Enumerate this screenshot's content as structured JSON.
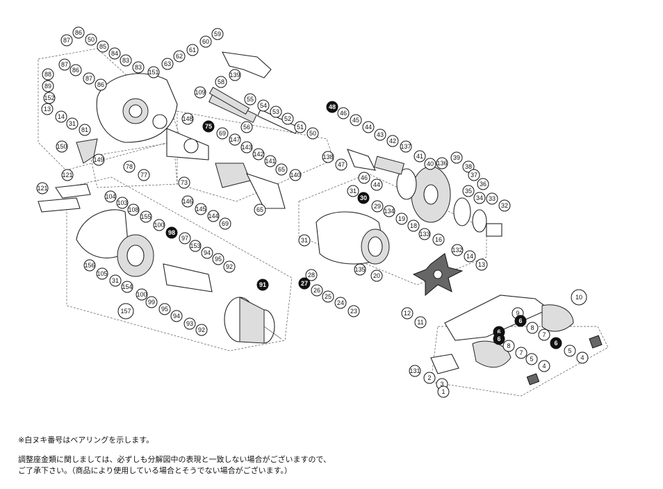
{
  "callouts": [
    {
      "id": "86",
      "f": false
    },
    {
      "id": "87",
      "f": false
    },
    {
      "id": "50",
      "f": false
    },
    {
      "id": "85",
      "f": false
    },
    {
      "id": "84",
      "f": false
    },
    {
      "id": "83",
      "f": false
    },
    {
      "id": "62",
      "f": false
    },
    {
      "id": "61",
      "f": false
    },
    {
      "id": "60",
      "f": false
    },
    {
      "id": "59",
      "f": false
    },
    {
      "id": "63",
      "f": false
    },
    {
      "id": "83",
      "f": false
    },
    {
      "id": "151",
      "f": false
    },
    {
      "id": "139",
      "f": false
    },
    {
      "id": "58",
      "f": false
    },
    {
      "id": "88",
      "f": false
    },
    {
      "id": "87",
      "f": false
    },
    {
      "id": "86",
      "f": false
    },
    {
      "id": "87",
      "f": false
    },
    {
      "id": "86",
      "f": false
    },
    {
      "id": "89",
      "f": false
    },
    {
      "id": "152",
      "f": false
    },
    {
      "id": "13",
      "f": false
    },
    {
      "id": "14",
      "f": false
    },
    {
      "id": "31",
      "f": false
    },
    {
      "id": "81",
      "f": false
    },
    {
      "id": "150",
      "f": false
    },
    {
      "id": "109",
      "f": false
    },
    {
      "id": "55",
      "f": false
    },
    {
      "id": "54",
      "f": false
    },
    {
      "id": "53",
      "f": false
    },
    {
      "id": "52",
      "f": false
    },
    {
      "id": "51",
      "f": false
    },
    {
      "id": "50",
      "f": false
    },
    {
      "id": "56",
      "f": false
    },
    {
      "id": "148",
      "f": false
    },
    {
      "id": "75",
      "f": true
    },
    {
      "id": "69",
      "f": false
    },
    {
      "id": "147",
      "f": false
    },
    {
      "id": "143",
      "f": false
    },
    {
      "id": "142",
      "f": false
    },
    {
      "id": "141",
      "f": false
    },
    {
      "id": "65",
      "f": false
    },
    {
      "id": "140",
      "f": false
    },
    {
      "id": "65",
      "f": false
    },
    {
      "id": "149",
      "f": false
    },
    {
      "id": "78",
      "f": false
    },
    {
      "id": "77",
      "f": false
    },
    {
      "id": "121",
      "f": false
    },
    {
      "id": "121",
      "f": false
    },
    {
      "id": "73",
      "f": false
    },
    {
      "id": "146",
      "f": false
    },
    {
      "id": "145",
      "f": false
    },
    {
      "id": "144",
      "f": false
    },
    {
      "id": "69",
      "f": false
    },
    {
      "id": "48",
      "f": true
    },
    {
      "id": "46",
      "f": false
    },
    {
      "id": "45",
      "f": false
    },
    {
      "id": "44",
      "f": false
    },
    {
      "id": "43",
      "f": false
    },
    {
      "id": "42",
      "f": false
    },
    {
      "id": "137",
      "f": false
    },
    {
      "id": "41",
      "f": false
    },
    {
      "id": "40",
      "f": false
    },
    {
      "id": "136",
      "f": false
    },
    {
      "id": "39",
      "f": false
    },
    {
      "id": "38",
      "f": false
    },
    {
      "id": "37",
      "f": false
    },
    {
      "id": "36",
      "f": false
    },
    {
      "id": "35",
      "f": false
    },
    {
      "id": "34",
      "f": false
    },
    {
      "id": "33",
      "f": false
    },
    {
      "id": "32",
      "f": false
    },
    {
      "id": "138",
      "f": false
    },
    {
      "id": "47",
      "f": false
    },
    {
      "id": "46",
      "f": false
    },
    {
      "id": "44",
      "f": false
    },
    {
      "id": "31",
      "f": false
    },
    {
      "id": "30",
      "f": true
    },
    {
      "id": "29",
      "f": false
    },
    {
      "id": "134",
      "f": false
    },
    {
      "id": "19",
      "f": false
    },
    {
      "id": "18",
      "f": false
    },
    {
      "id": "133",
      "f": false
    },
    {
      "id": "16",
      "f": false
    },
    {
      "id": "31",
      "f": false
    },
    {
      "id": "135",
      "f": false
    },
    {
      "id": "132",
      "f": false
    },
    {
      "id": "14",
      "f": false
    },
    {
      "id": "13",
      "f": false
    },
    {
      "id": "28",
      "f": false
    },
    {
      "id": "27",
      "f": true
    },
    {
      "id": "26",
      "f": false
    },
    {
      "id": "25",
      "f": false
    },
    {
      "id": "24",
      "f": false
    },
    {
      "id": "23",
      "f": false
    },
    {
      "id": "20",
      "f": false
    },
    {
      "id": "12",
      "f": false
    },
    {
      "id": "11",
      "f": false
    },
    {
      "id": "104",
      "f": false
    },
    {
      "id": "103",
      "f": false
    },
    {
      "id": "108",
      "f": false
    },
    {
      "id": "155",
      "f": false
    },
    {
      "id": "100",
      "f": false
    },
    {
      "id": "98",
      "f": true
    },
    {
      "id": "97",
      "f": false
    },
    {
      "id": "153",
      "f": false
    },
    {
      "id": "94",
      "f": false
    },
    {
      "id": "95",
      "f": false
    },
    {
      "id": "92",
      "f": false
    },
    {
      "id": "156",
      "f": false
    },
    {
      "id": "105",
      "f": false
    },
    {
      "id": "31",
      "f": false
    },
    {
      "id": "154",
      "f": false
    },
    {
      "id": "100",
      "f": false
    },
    {
      "id": "99",
      "f": false
    },
    {
      "id": "95",
      "f": false
    },
    {
      "id": "94",
      "f": false
    },
    {
      "id": "93",
      "f": false
    },
    {
      "id": "92",
      "f": false
    },
    {
      "id": "91",
      "f": true
    },
    {
      "id": "157",
      "f": false
    },
    {
      "id": "10",
      "f": false
    },
    {
      "id": "9",
      "f": false
    },
    {
      "id": "6",
      "f": true
    },
    {
      "id": "8",
      "f": false
    },
    {
      "id": "7",
      "f": false
    },
    {
      "id": "6",
      "f": true
    },
    {
      "id": "6",
      "f": true
    },
    {
      "id": "8",
      "f": false
    },
    {
      "id": "7",
      "f": false
    },
    {
      "id": "5",
      "f": false
    },
    {
      "id": "4",
      "f": false
    },
    {
      "id": "6",
      "f": true
    },
    {
      "id": "5",
      "f": false
    },
    {
      "id": "4",
      "f": false
    },
    {
      "id": "131",
      "f": false
    },
    {
      "id": "2",
      "f": false
    },
    {
      "id": "3",
      "f": false
    },
    {
      "id": "1",
      "f": false
    }
  ],
  "notes": {
    "line1": "※白ヌキ番号はベアリングを示します。",
    "line2": "調整座金類に関しましては、必ずしも分解図中の表現と一致しない場合がございますので、",
    "line3": "ご了承下さい。（商品により使用している場合とそうでない場合がございます。）"
  }
}
